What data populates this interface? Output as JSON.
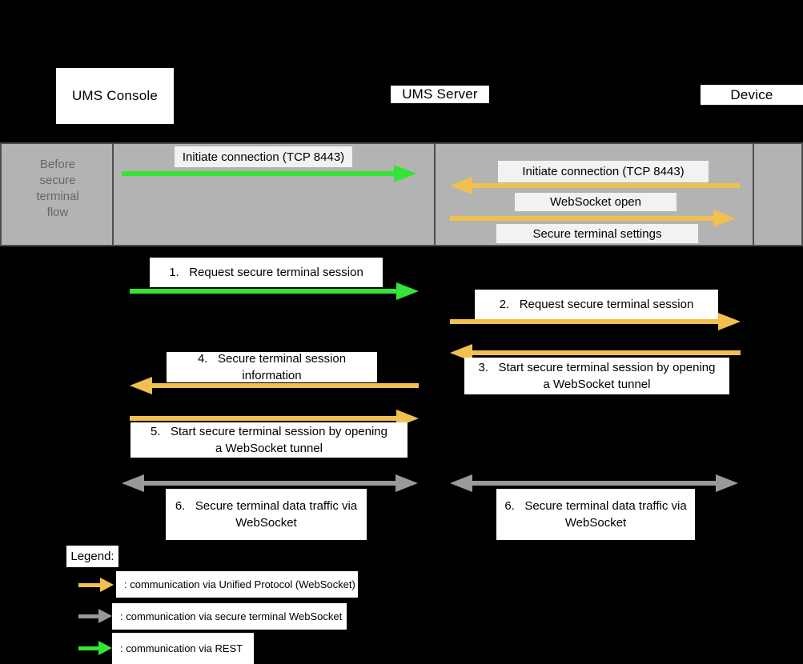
{
  "colors": {
    "background": "#000000",
    "label_background": "#ffffff",
    "label_text": "#000000",
    "band_background": "#b3b3b3",
    "band_border": "#4d4d4d",
    "band_text": "#666666",
    "band_label_background": "#f2f2f2",
    "rest_green": "#35e435",
    "unified_protocol_orange": "#f0c050",
    "secure_terminal_gray": "#999999"
  },
  "actors": {
    "console": "UMS Console",
    "server": "UMS Server",
    "device": "Device"
  },
  "band": {
    "title": "Before\nsecure\nterminal\nflow",
    "messages": [
      {
        "label": "Initiate connection (TCP 8443)",
        "type": "rest",
        "direction": "console-to-server"
      },
      {
        "label": "Initiate connection (TCP 8443)",
        "type": "unified-protocol",
        "direction": "device-to-server"
      },
      {
        "label": "WebSocket open",
        "type": "unified-protocol",
        "direction": "device-to-server"
      },
      {
        "label": "Secure terminal settings",
        "type": "unified-protocol",
        "direction": "server-to-device"
      }
    ]
  },
  "steps": [
    {
      "label": "1.   Request secure terminal session",
      "type": "rest",
      "direction": "console-to-server"
    },
    {
      "label": "2.   Request secure terminal session",
      "type": "unified-protocol",
      "direction": "server-to-device"
    },
    {
      "label": "3.   Start secure terminal session by opening\na WebSocket tunnel",
      "type": "unified-protocol",
      "direction": "device-to-server"
    },
    {
      "label": "4.   Secure terminal session\ninformation",
      "type": "unified-protocol",
      "direction": "server-to-console"
    },
    {
      "label": "5.   Start secure terminal session by opening\na WebSocket tunnel",
      "type": "unified-protocol",
      "direction": "console-to-server"
    },
    {
      "label": "6.   Secure terminal data traffic via\nWebSocket",
      "type": "secure-terminal",
      "direction": "console-server-bidirectional"
    },
    {
      "label": "6.   Secure terminal data traffic via\nWebSocket",
      "type": "secure-terminal",
      "direction": "server-device-bidirectional"
    }
  ],
  "legend": {
    "title": "Legend:",
    "items": [
      {
        "label": ": communication via Unified Protocol (WebSocket)",
        "arrow": "unified-protocol-arrow",
        "color": "#f0c050"
      },
      {
        "label": ": communication via secure terminal WebSocket",
        "arrow": "secure-terminal-arrow",
        "color": "#999999"
      },
      {
        "label": ": communication via REST",
        "arrow": "rest-arrow",
        "color": "#35e435"
      }
    ]
  }
}
